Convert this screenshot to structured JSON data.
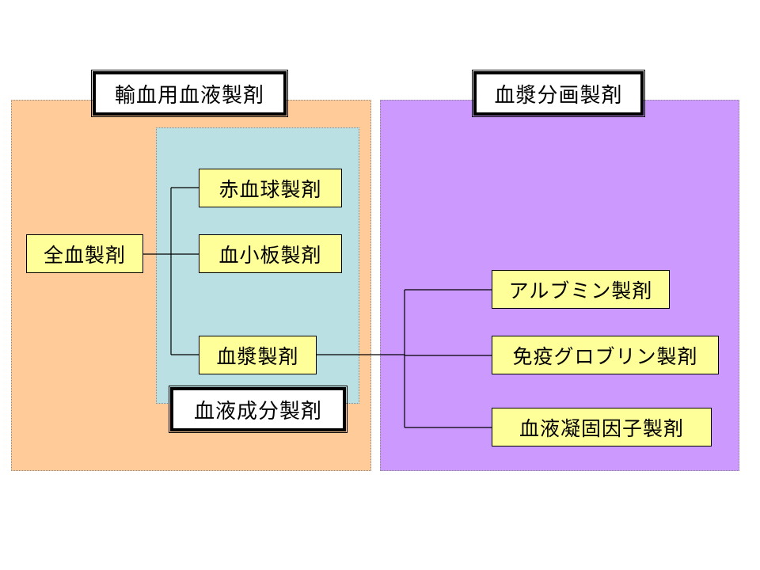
{
  "diagram": {
    "groups": {
      "transfusion": {
        "title": "輸血用血液製剤",
        "color": "#ffcc99"
      },
      "components": {
        "title": "血液成分製剤",
        "color": "#bbe0e3"
      },
      "fraction": {
        "title": "血漿分画製剤",
        "color": "#cc99ff"
      }
    },
    "nodes": {
      "whole_blood": "全血製剤",
      "rbc": "赤血球製剤",
      "platelet": "血小板製剤",
      "plasma": "血漿製剤",
      "albumin": "アルブミン製剤",
      "immunoglobulin": "免疫グロブリン製剤",
      "coagulation_factor": "血液凝固因子製剤"
    },
    "edges": [
      {
        "from": "全血製剤",
        "to": "赤血球製剤"
      },
      {
        "from": "全血製剤",
        "to": "血小板製剤"
      },
      {
        "from": "全血製剤",
        "to": "血漿製剤"
      },
      {
        "from": "血漿製剤",
        "to": "アルブミン製剤"
      },
      {
        "from": "血漿製剤",
        "to": "免疫グロブリン製剤"
      },
      {
        "from": "血漿製剤",
        "to": "血液凝固因子製剤"
      }
    ],
    "node_fill": "#ffff99"
  }
}
